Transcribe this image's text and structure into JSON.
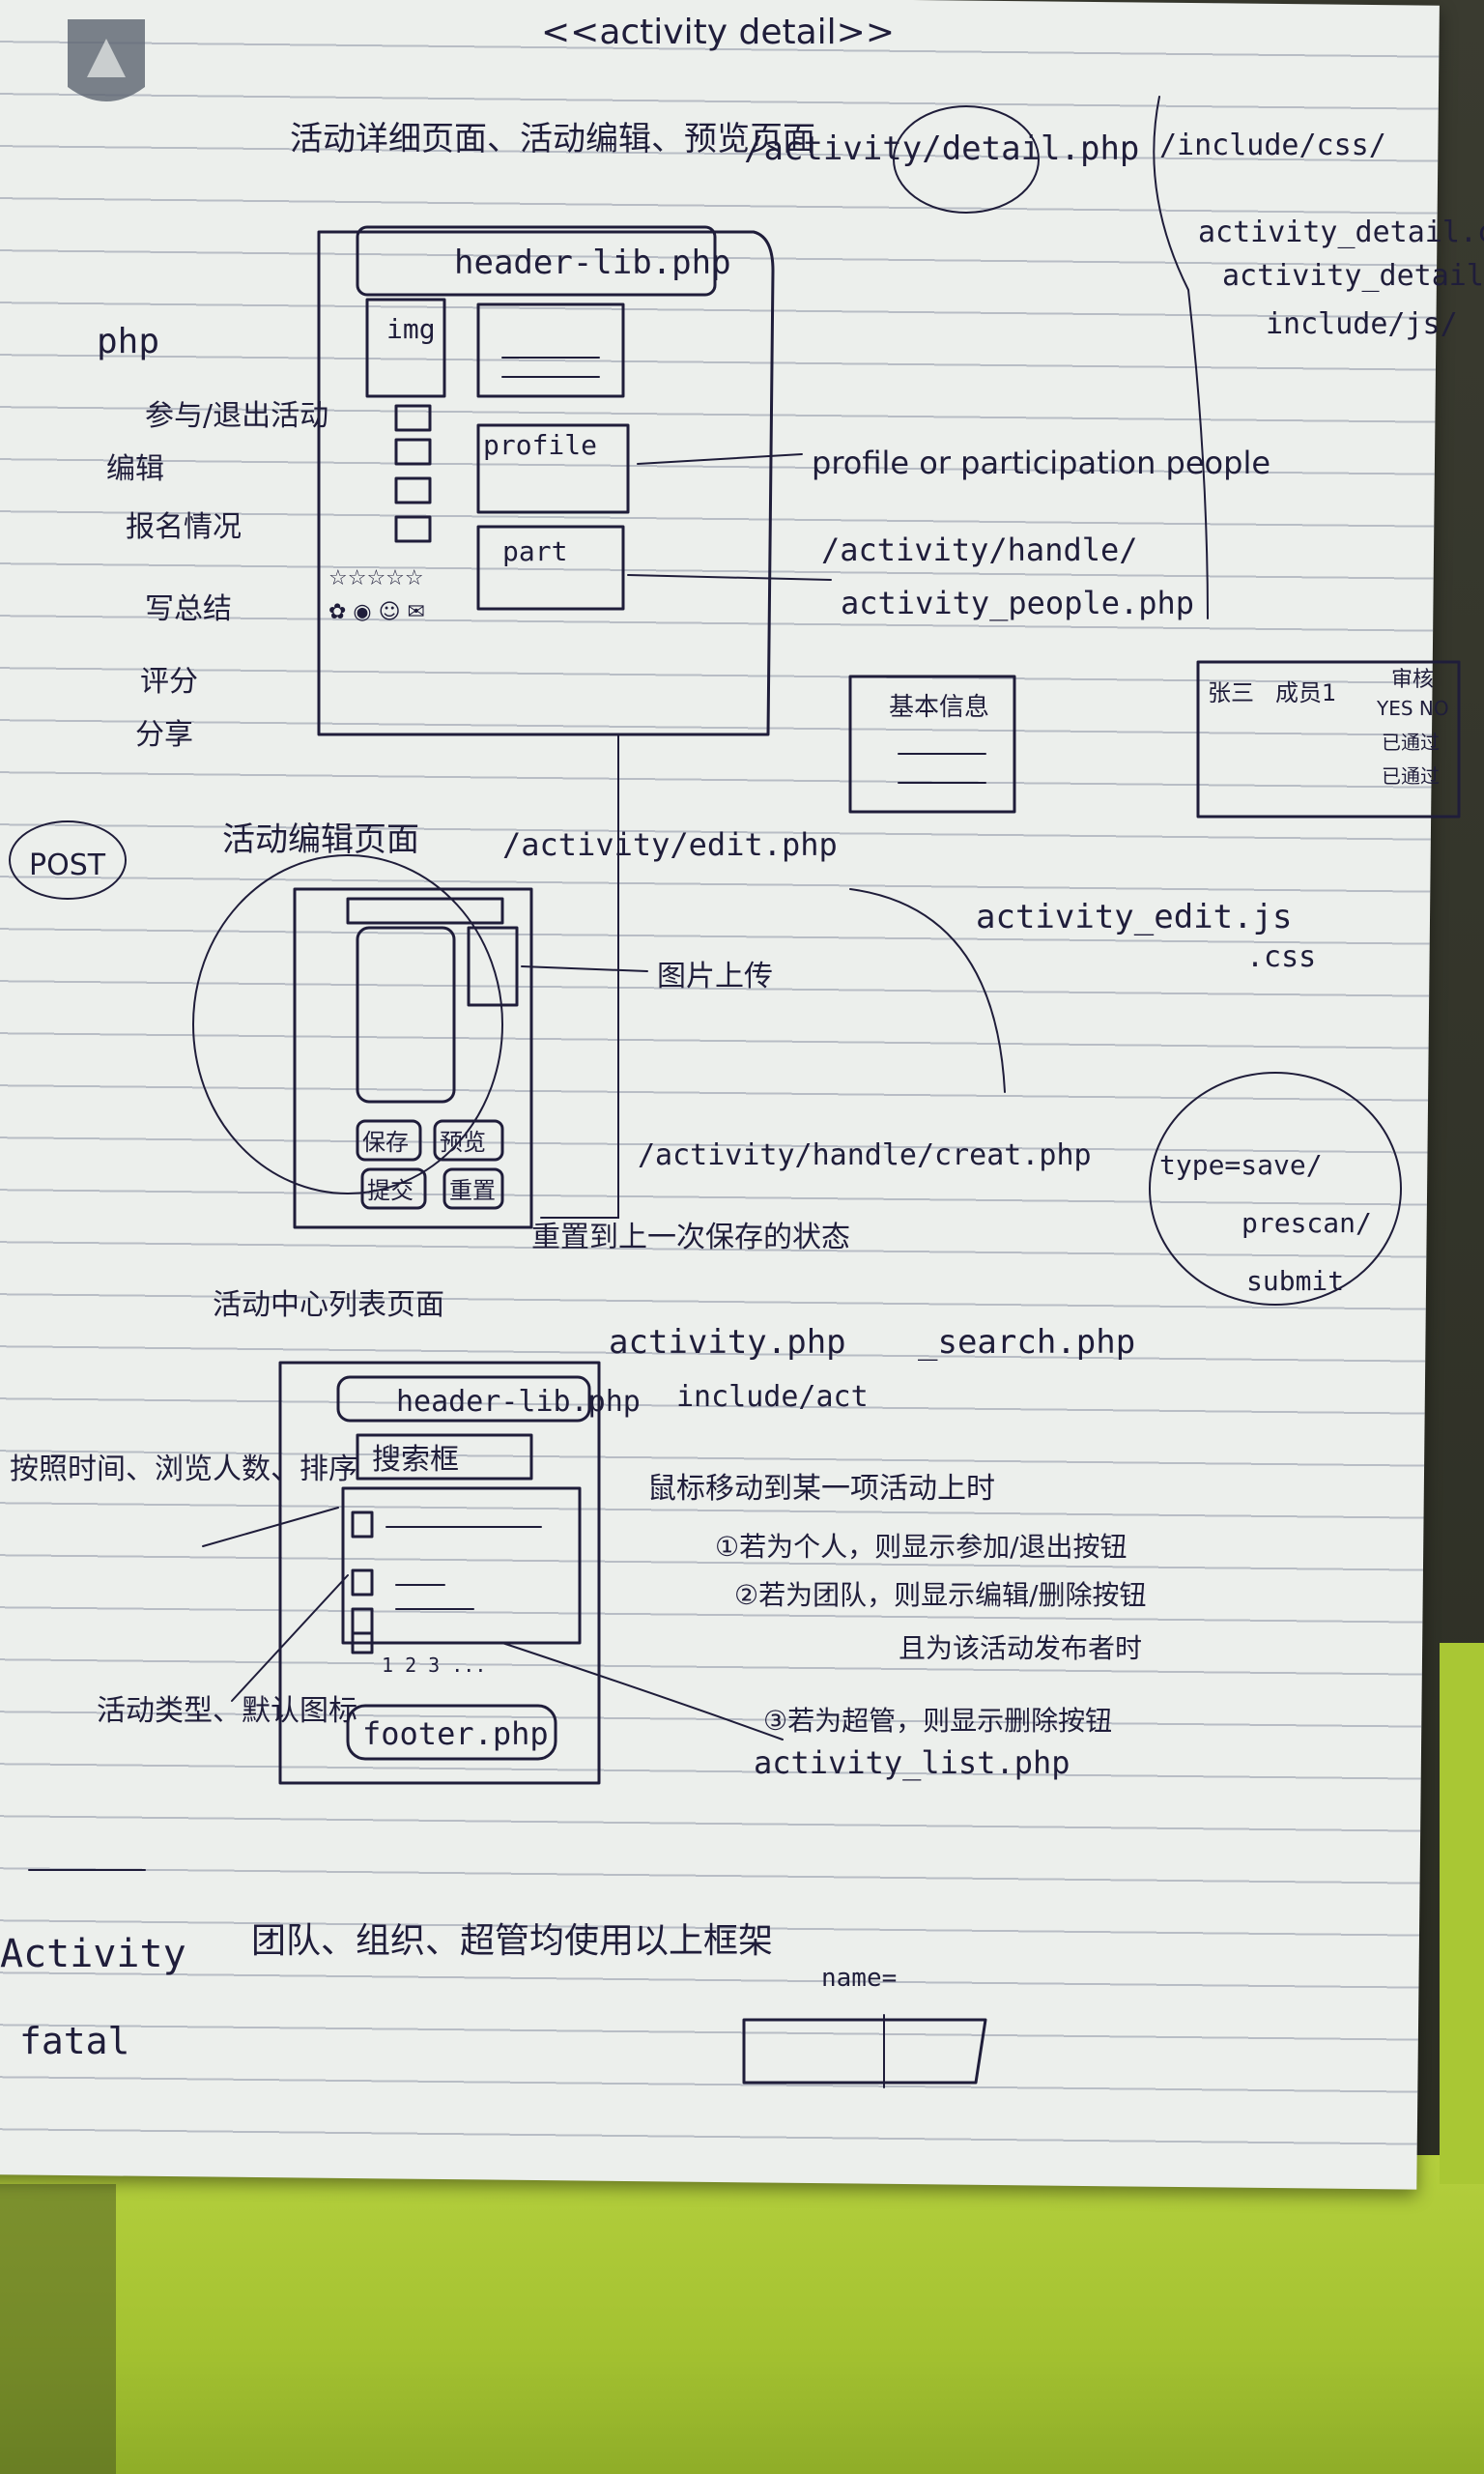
{
  "photo": {
    "title_top": "<<activity detail>>",
    "header_notes": "活动详细页面、活动编辑、预览页面",
    "detail_path": "/activity/detail.php",
    "include_css": "/include/css/",
    "css_file_1": "activity_detail.css",
    "css_file_2": "activity_detail.js",
    "include_js": "include/js/",
    "php_label": "php",
    "header_box": "header-lib.php",
    "img_box": "img",
    "profile_box": "profile",
    "part_box": "part",
    "profile_note": "profile or participation people",
    "handle_path": "/activity/handle/",
    "people_php": "activity_people.php",
    "left_notes": [
      "参与/退出活动",
      "编辑",
      "报名情况",
      "写总结",
      "评分",
      "分享"
    ],
    "info_box_title": "基本信息",
    "table_head": [
      "张三",
      "成员1",
      "审核"
    ],
    "table_yesno": "YES NO",
    "table_status": [
      "已通过",
      "已通过"
    ],
    "post_label": "POST",
    "edit_title": "活动编辑页面",
    "edit_path": "/activity/edit.php",
    "edit_js": "activity_edit.js",
    "edit_css": ".css",
    "image_upload": "图片上传",
    "buttons": [
      "保存",
      "预览",
      "提交",
      "重置"
    ],
    "handle_creat": "/activity/handle/creat.php",
    "type_options": [
      "type=save/",
      "prescan/",
      "submit"
    ],
    "reset_note": "重置到上一次保存的状态",
    "list_title": "活动中心列表页面",
    "list_path": "activity.php",
    "search_path": "_search.php",
    "include_act": "include/act",
    "list_header": "header-lib.php",
    "search_box": "搜索框",
    "sort_note": "按照时间、浏览人数、排序",
    "mouse_note": "鼠标移动到某一项活动上时",
    "rule_1": "①若为个人，则显示参加/退出按钮",
    "rule_2": "②若为团队，则显示编辑/删除按钮",
    "rule_2b": "且为该活动发布者时",
    "rule_3": "③若为超管，则显示删除按钮",
    "list_php": "activity_list.php",
    "type_note": "活动类型、默认图标",
    "footer_box": "footer.php",
    "pager": "1 2 3 ...",
    "bottom_activity": "Activity",
    "bottom_fatal": "fatal",
    "bottom_note": "团队、组织、超管均使用以上框架",
    "name_label": "name="
  }
}
